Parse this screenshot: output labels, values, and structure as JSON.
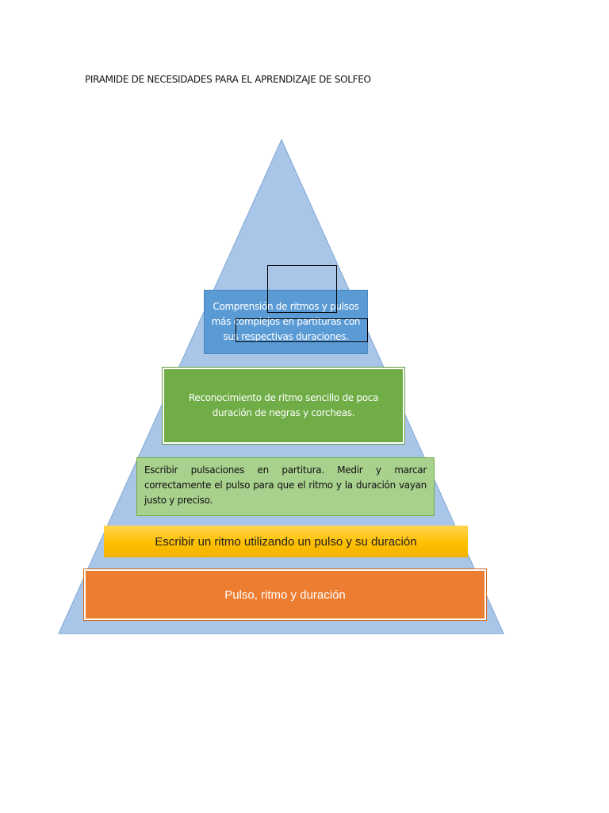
{
  "title": "PIRAMIDE DE NECESIDADES PARA EL APRENDIZAJE DE SOLFEO",
  "colors": {
    "pyramid_fill": "#a9c6e8",
    "pyramid_stroke": "#7ea6d6",
    "level_5": "#5b9bd5",
    "level_4": "#70ad47",
    "level_3": "#a9d18e",
    "level_2": "#ffc000",
    "level_1": "#ed7d31"
  },
  "levels": [
    {
      "id": 5,
      "text": "Comprensión de ritmos y pulsos más complejos en partituras con sus respectivas duraciones."
    },
    {
      "id": 4,
      "text": "Reconocimiento de ritmo sencillo de poca duración de negras y corcheas."
    },
    {
      "id": 3,
      "text": "Escribir pulsaciones en partitura. Medir y marcar correctamente el pulso para que el ritmo y la duración vayan justo y preciso."
    },
    {
      "id": 2,
      "text": "Escribir un ritmo utilizando un pulso y su duración"
    },
    {
      "id": 1,
      "text": "Pulso, ritmo y duración"
    }
  ]
}
